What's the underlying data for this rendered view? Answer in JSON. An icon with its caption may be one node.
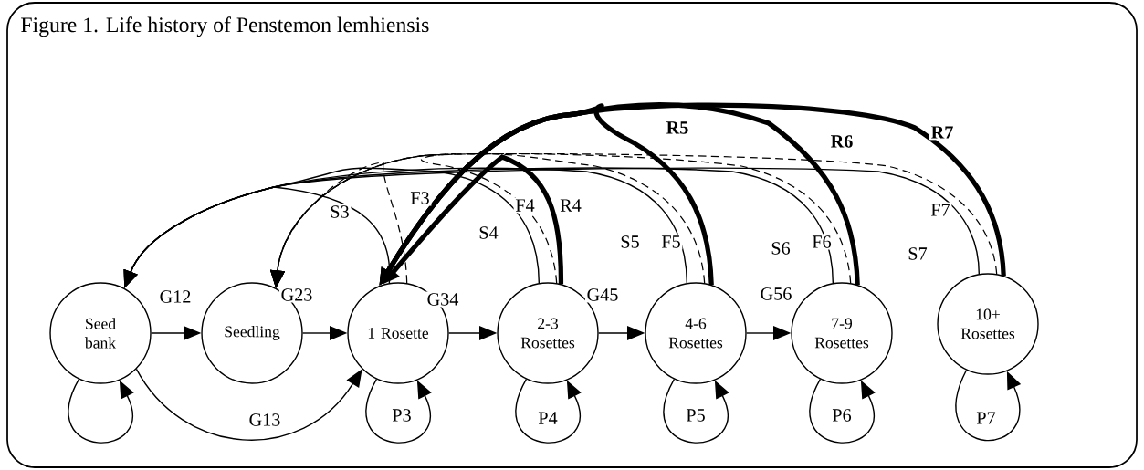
{
  "diagram": {
    "title": "Figure 1. Life history of Penstemon lemhiensis",
    "nodes": [
      {
        "text": [
          "Seed bank"
        ]
      },
      {
        "text": [
          "Seedling"
        ]
      },
      {
        "text": [
          "1 Rosette"
        ]
      },
      {
        "text": [
          "2-3 Rosettes"
        ]
      },
      {
        "text": [
          "4-6 Rosettes"
        ]
      },
      {
        "text": [
          "7-9 Rosettes"
        ]
      },
      {
        "text": [
          "10+ Rosettes"
        ]
      }
    ],
    "edges": [
      {
        "from": 0,
        "to": 1,
        "arrow": "to",
        "label": "G12"
      },
      {
        "from": 1,
        "to": 2,
        "arrow": "to",
        "label": "G23"
      },
      {
        "from": 2,
        "to": 3,
        "arrow": "to",
        "label": "G34"
      },
      {
        "from": 3,
        "to": 4,
        "arrow": "to",
        "label": "G45"
      },
      {
        "from": 4,
        "to": 5,
        "arrow": "to",
        "label": "G56"
      },
      {
        "from": 0,
        "to": 2,
        "arrow": "to",
        "label": "G13"
      },
      {
        "from": 0,
        "to": 0,
        "arrow": "to"
      },
      {
        "from": 2,
        "to": 2,
        "arrow": "to",
        "label": "P3"
      },
      {
        "from": 3,
        "to": 3,
        "arrow": "to",
        "label": "P4"
      },
      {
        "from": 4,
        "to": 4,
        "arrow": "to",
        "label": "P5"
      },
      {
        "from": 5,
        "to": 5,
        "arrow": "to",
        "label": "P6"
      },
      {
        "from": 6,
        "to": 6,
        "arrow": "to",
        "label": "P7"
      },
      {
        "from": 2,
        "to": 0,
        "arrow": "to",
        "label": "S3"
      },
      {
        "from": 3,
        "to": 0,
        "arrow": "to",
        "label": "S4"
      },
      {
        "from": 4,
        "to": 0,
        "arrow": "to",
        "label": "S5"
      },
      {
        "from": 5,
        "to": 0,
        "arrow": "to",
        "label": "S6"
      },
      {
        "from": 6,
        "to": 0,
        "arrow": "to",
        "label": "S7"
      },
      {
        "from": 2,
        "to": 1,
        "arrow": "to",
        "label": "F3",
        "style": "dashed"
      },
      {
        "from": 3,
        "to": 1,
        "arrow": "to",
        "label": "F4",
        "style": "dashed"
      },
      {
        "from": 4,
        "to": 1,
        "arrow": "to",
        "label": "F5",
        "style": "dashed"
      },
      {
        "from": 5,
        "to": 1,
        "arrow": "to",
        "label": "F6",
        "style": "dashed"
      },
      {
        "from": 6,
        "to": 1,
        "arrow": "to",
        "label": "F7",
        "style": "dashed"
      },
      {
        "from": 3,
        "to": 2,
        "arrow": "to",
        "label": "R4",
        "style": "thick"
      },
      {
        "from": 4,
        "to": 2,
        "arrow": "to",
        "label": "**R5**",
        "style": "thick"
      },
      {
        "from": 5,
        "to": 2,
        "arrow": "to",
        "label": "**R6**",
        "style": "thick"
      },
      {
        "from": 6,
        "to": 2,
        "arrow": "to",
        "label": "**R7**",
        "style": "thick"
      }
    ]
  }
}
